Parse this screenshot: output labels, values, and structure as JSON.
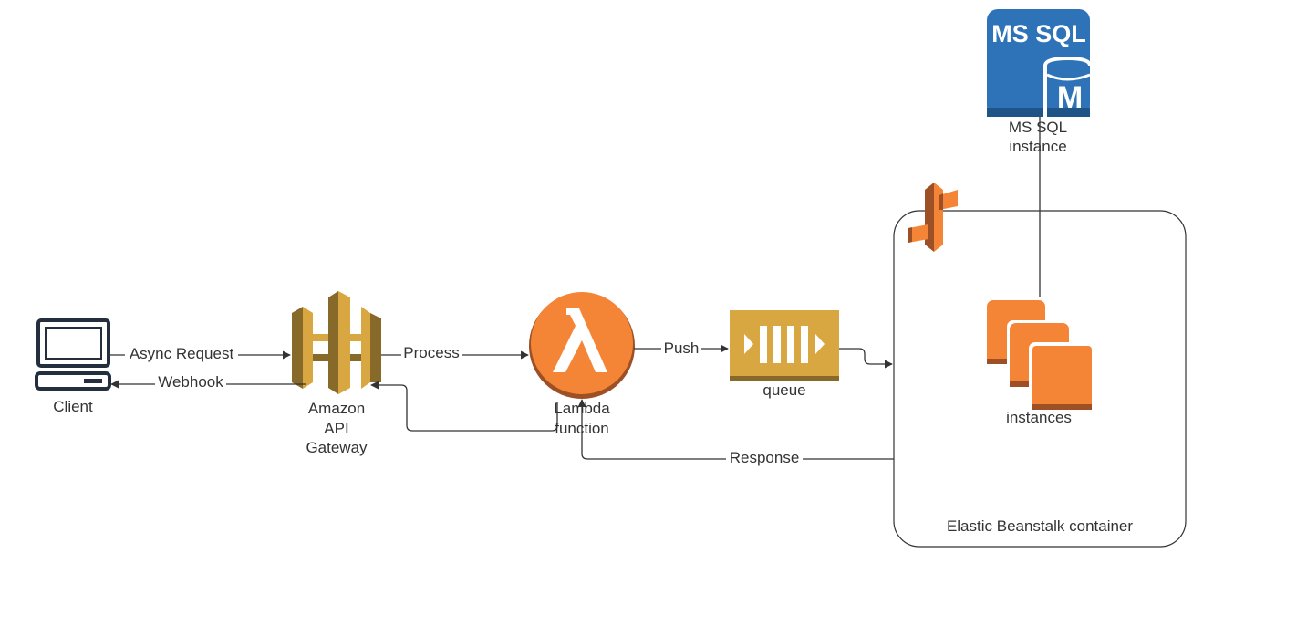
{
  "nodes": {
    "client": {
      "label": "Client"
    },
    "api_gateway": {
      "label_lines": [
        "Amazon",
        "API",
        "Gateway"
      ]
    },
    "lambda": {
      "label_lines": [
        "Lambda",
        "function"
      ]
    },
    "queue": {
      "label": "queue"
    },
    "mssql": {
      "icon_text": "MS SQL",
      "icon_letter": "M",
      "label_lines": [
        "MS SQL",
        "instance"
      ]
    },
    "instances": {
      "label": "instances"
    },
    "beanstalk": {
      "label": "Elastic Beanstalk container"
    }
  },
  "edges": {
    "async_request": "Async Request",
    "webhook": "Webhook",
    "process": "Process",
    "push": "Push",
    "response": "Response"
  },
  "colors": {
    "aws_orange": "#F58536",
    "aws_orange_dark": "#9D5025",
    "api_gold": "#D9A741",
    "api_gold_dark": "#876929",
    "sql_blue": "#2E73B8",
    "line": "#333333",
    "client_navy": "#232F3E"
  }
}
